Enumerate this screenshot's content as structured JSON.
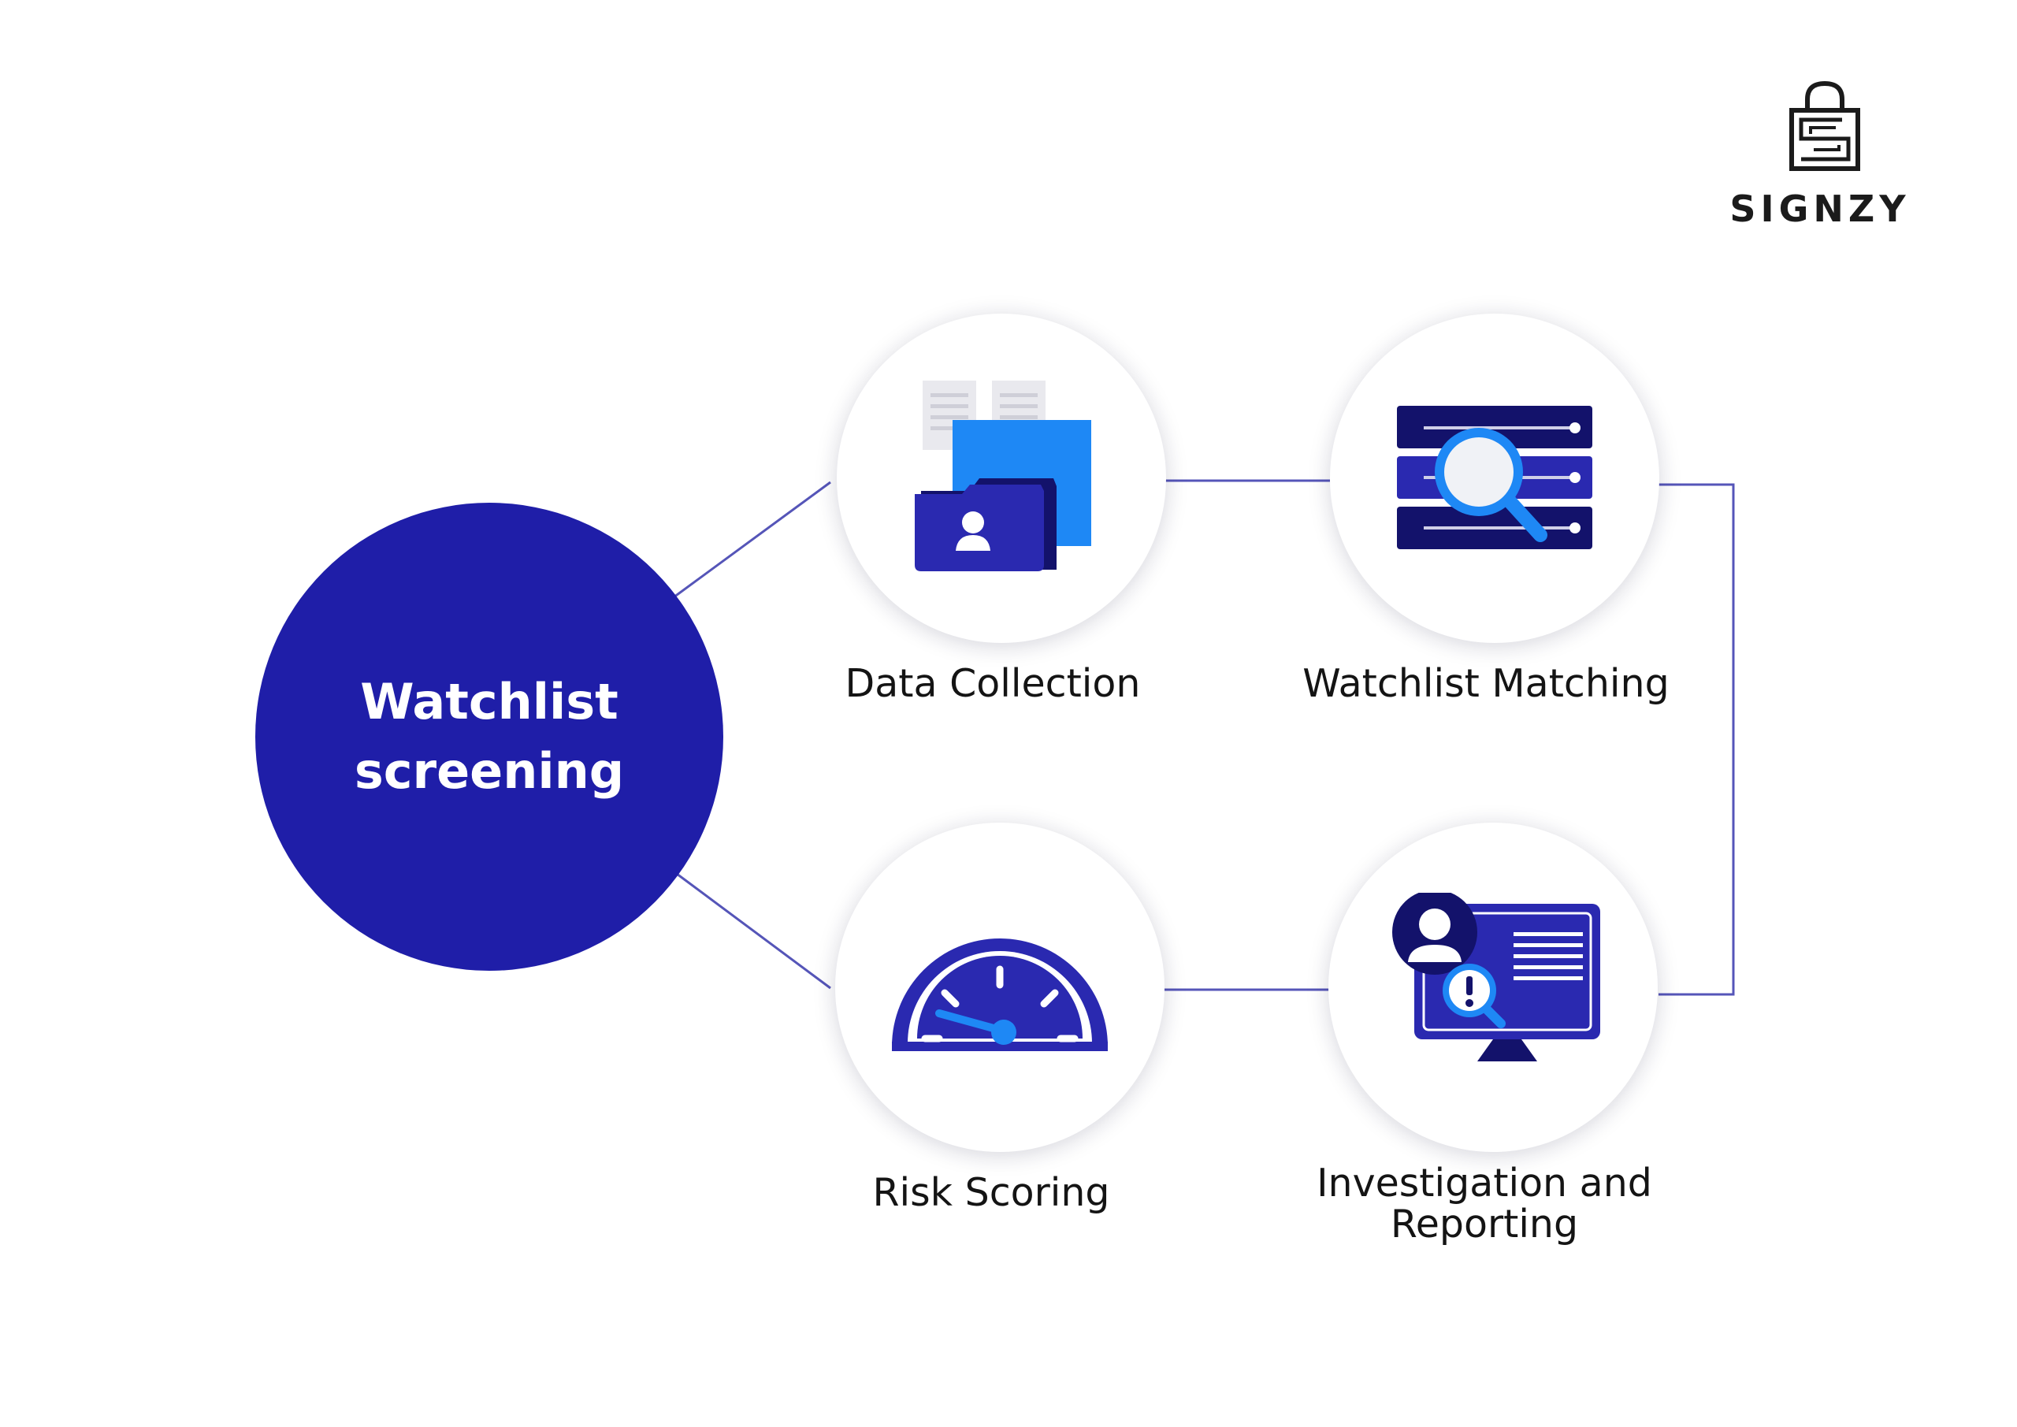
{
  "brand": {
    "name": "SIGNZY"
  },
  "hub": {
    "title": "Watchlist screening",
    "color": "#1f1ea8"
  },
  "steps": [
    {
      "label": "Data Collection",
      "icon": "folder-documents-icon"
    },
    {
      "label": "Watchlist Matching",
      "icon": "database-search-icon"
    },
    {
      "label": "Risk Scoring",
      "icon": "speedometer-icon"
    },
    {
      "label": "Investigation and Reporting",
      "icon": "monitor-alert-icon"
    }
  ],
  "colors": {
    "primary": "#1f1ea8",
    "accent": "#1e88f5",
    "dark": "#13126b",
    "line": "#5555b8"
  }
}
